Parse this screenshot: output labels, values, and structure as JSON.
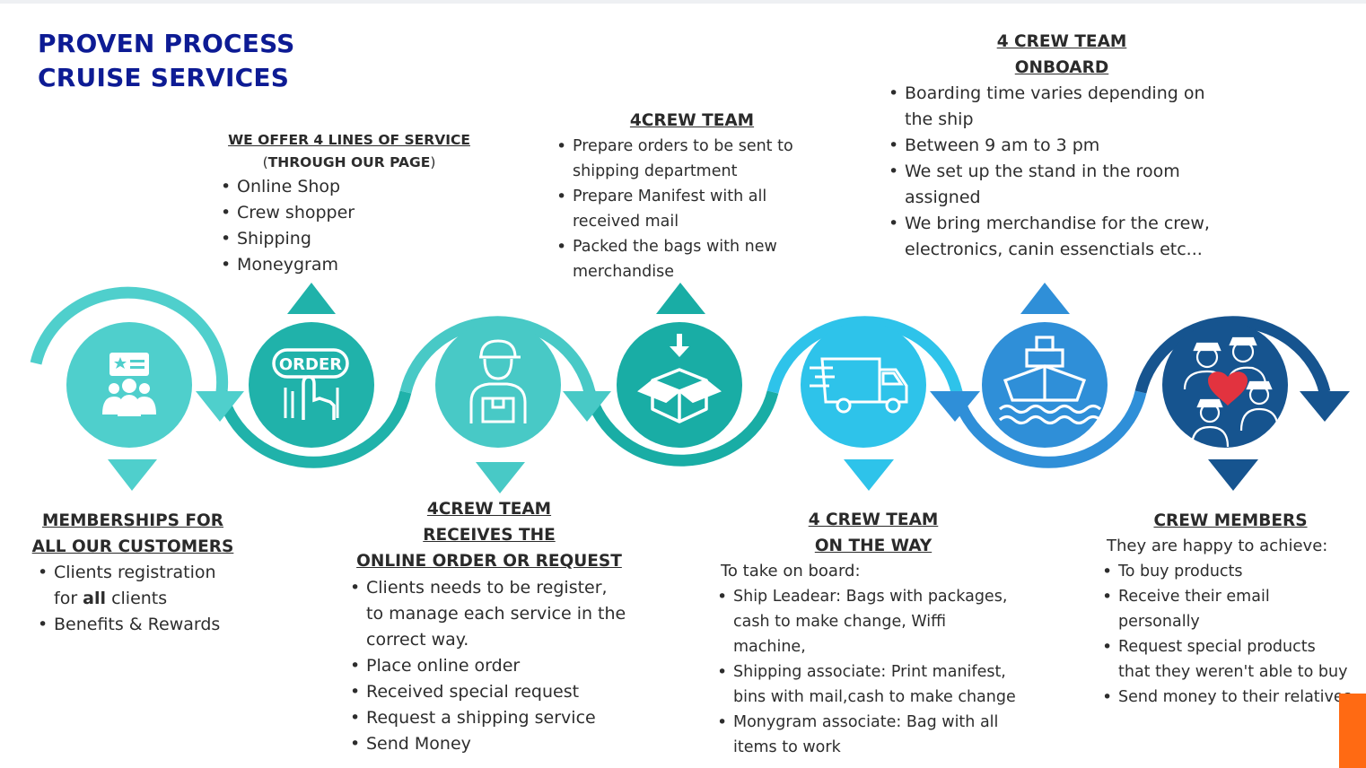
{
  "title": {
    "line1": "PROVEN PROCESS",
    "line2": "CRUISE SERVICES"
  },
  "colors": {
    "title": "#0d1b94",
    "step1": "#4fcfcc",
    "step2": "#20b2aa",
    "step3": "#48c9c6",
    "step4": "#19ada5",
    "step5": "#2ec3ea",
    "step6": "#2f8fd8",
    "step7": "#16548f",
    "accent_corner": "#ff6a13"
  },
  "steps": [
    {
      "icon": "membership-card-group-icon"
    },
    {
      "icon": "order-click-icon"
    },
    {
      "icon": "delivery-man-box-icon"
    },
    {
      "icon": "open-box-download-icon"
    },
    {
      "icon": "delivery-truck-icon"
    },
    {
      "icon": "cruise-ship-icon"
    },
    {
      "icon": "crew-heart-icon"
    }
  ],
  "memberships": {
    "heading_line1": "MEMBERSHIPS FOR",
    "heading_line2": "ALL OUR CUSTOMERS",
    "item1_line1": "Clients registration",
    "item1_line2_pre": "for ",
    "item1_line2_bold": "all",
    "item1_line2_post": " clients",
    "item2": "Benefits & Rewards"
  },
  "lines_of_service": {
    "heading": "WE OFFER 4 LINES OF SERVICE",
    "sub_open": "(",
    "sub_bold": "THROUGH OUR PAGE",
    "sub_close": ")",
    "items": [
      "Online Shop",
      "Crew shopper",
      "Shipping",
      "Moneygram"
    ]
  },
  "receives": {
    "heading_line1": "4CREW  TEAM",
    "heading_line2": "RECEIVES THE",
    "heading_line3": "ONLINE ORDER OR REQUEST",
    "item1_line1": "Clients needs to be register,",
    "item1_line2": "to manage each service in the",
    "item1_line3": "correct way.",
    "items": [
      "Place online order",
      "Received special request",
      "Request a shipping service",
      "Send Money"
    ]
  },
  "team": {
    "heading": "4CREW TEAM",
    "item1_line1": "Prepare  orders to be sent to",
    "item1_line2": "shipping department",
    "item2_line1": "Prepare Manifest with all",
    "item2_line2": "received mail",
    "item3_line1": "Packed the bags with new",
    "item3_line2": "merchandise"
  },
  "on_the_way": {
    "heading_line1": "4 CREW TEAM",
    "heading_line2": "ON THE WAY",
    "lead": "To take  on board:",
    "item1_line1": "Ship Leadear: Bags with packages,",
    "item1_line2": "cash to make change, Wiffi",
    "item1_line3": "machine,",
    "item2_line1": "Shipping associate: Print manifest,",
    "item2_line2": "bins with mail,cash to make change",
    "item3_line1": "Monygram associate: Bag with all",
    "item3_line2": "items to work"
  },
  "onboard": {
    "heading_line1": "4 CREW TEAM",
    "heading_line2": "ONBOARD",
    "item1_line1": "Boarding time varies depending on",
    "item1_line2": "the ship",
    "item2": "Between 9 am to 3 pm",
    "item3_line1": "We set up the stand  in the room",
    "item3_line2": "assigned",
    "item4_line1": "We bring merchandise for the crew,",
    "item4_line2": "electronics, canin essenctials etc..."
  },
  "crew_members": {
    "heading": "CREW MEMBERS",
    "lead": "They are happy to achieve:",
    "item1": "To buy products",
    "item2_line1": "Receive their email",
    "item2_line2": "personally",
    "item3_line1": "Request special products",
    "item3_line2": "that they weren't able to buy",
    "item4": "Send money to their relatives"
  }
}
